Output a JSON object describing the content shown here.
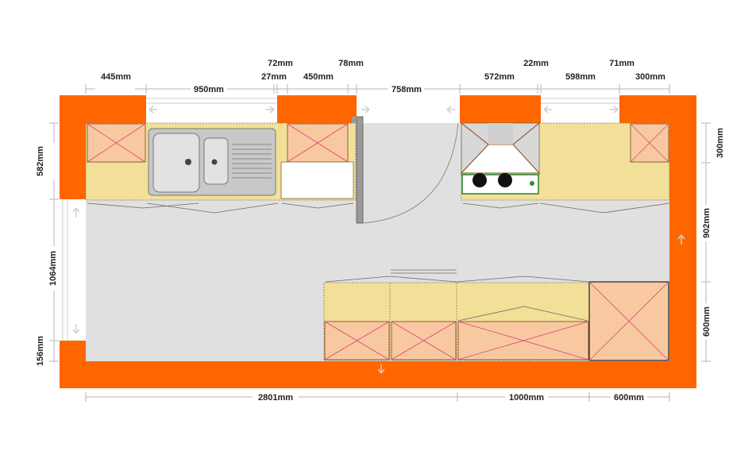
{
  "dimensions": {
    "top": {
      "left_445": "445mm",
      "sink_950": "950mm",
      "gap_27": "27mm",
      "gap_72": "72mm",
      "unit_450": "450mm",
      "gap_78": "78mm",
      "door_758": "758mm",
      "hob_572": "572mm",
      "gap_22": "22mm",
      "window_598": "598mm",
      "gap_71": "71mm",
      "right_300": "300mm"
    },
    "left": {
      "upper_582": "582mm",
      "window_1064": "1064mm",
      "lower_156": "156mm"
    },
    "right": {
      "upper_300": "300mm",
      "middle_902": "902mm",
      "lower_600": "600mm"
    },
    "bottom": {
      "run_2801": "2801mm",
      "unit_1000": "1000mm",
      "unit_600": "600mm"
    }
  },
  "colors": {
    "wall": "#ff6600",
    "floor": "#e0e0e0",
    "worktop": "#f2df98",
    "wall_cabinet": "#f8c9a0",
    "cabinet_cross": "#e0407a",
    "hob_green": "#2e8b2e"
  },
  "icons": {
    "sink": "double-sink-with-drainer-icon",
    "hob": "hob-with-extractor-hood-icon",
    "door": "door-swing-icon",
    "window": "window-icon"
  }
}
